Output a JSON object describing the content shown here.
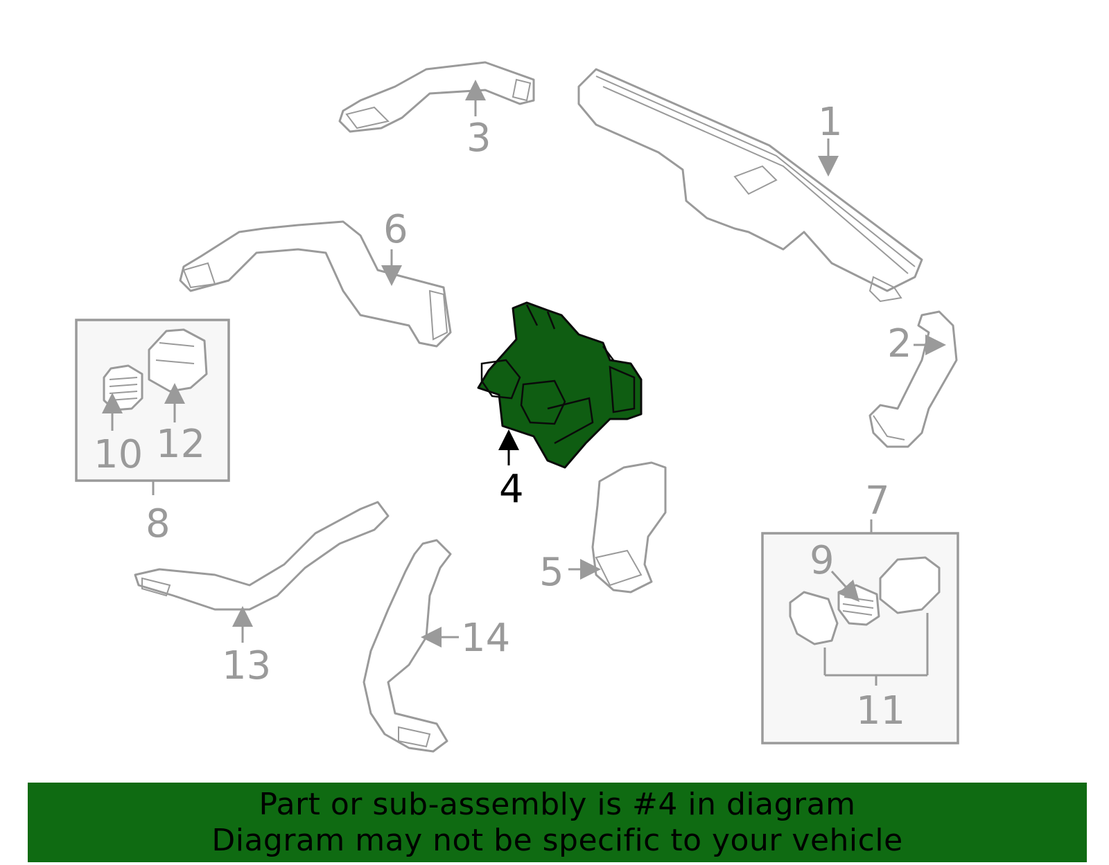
{
  "callouts": {
    "c1": "1",
    "c2": "2",
    "c3": "3",
    "c4": "4",
    "c5": "5",
    "c6": "6",
    "c7": "7",
    "c8": "8",
    "c9": "9",
    "c10": "10",
    "c11": "11",
    "c12": "12",
    "c13": "13",
    "c14": "14"
  },
  "highlighted_part": "4",
  "colors": {
    "highlight": "#0f5d12",
    "banner": "#0f6b12",
    "line": "#9a9a9a"
  },
  "banner": {
    "line1": "Part or sub-assembly is #4 in diagram",
    "line2": "Diagram may not be specific to your vehicle"
  }
}
